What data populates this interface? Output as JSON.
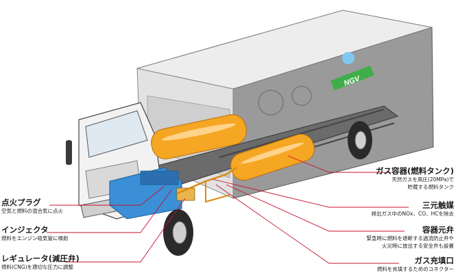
{
  "brand_badge": "NGV",
  "colors": {
    "tank": "#f5a623",
    "tank_dark": "#d98a12",
    "engine": "#3a8fd6",
    "leader": "#c8102e",
    "frame": "#3b3b3b"
  },
  "callouts": {
    "spark_plug": {
      "title": "点火プラグ",
      "desc": "空気と燃料の混合気に点火"
    },
    "injector": {
      "title": "インジェクタ",
      "desc": "燃料をエンジン吸気管に噴射"
    },
    "regulator": {
      "title": "レギュレータ(減圧弁)",
      "desc": "燃料(CNG)を適切な圧力に調整"
    },
    "gas_tank": {
      "title": "ガス容器(燃料タンク)",
      "desc1": "天然ガスを高圧(20MPa)で",
      "desc2": "貯蔵する燃料タンク"
    },
    "catalyst": {
      "title": "三元触媒",
      "desc": "排出ガス中のNOx、CO、HCを除去"
    },
    "main_valve": {
      "title": "容器元弁",
      "desc1": "緊急時に燃料を遮断する過流防止弁や",
      "desc2": "火災時に放出する安全弁も設置"
    },
    "fill_port": {
      "title": "ガス充填口",
      "desc": "燃料を充填するためのコネクター"
    }
  }
}
